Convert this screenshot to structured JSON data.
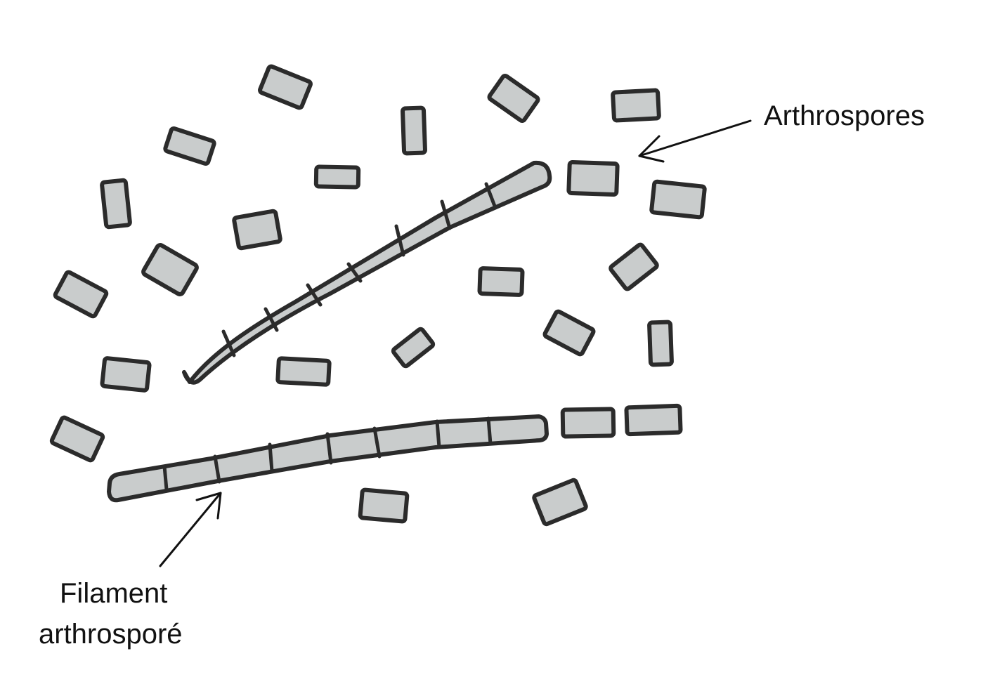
{
  "labels": {
    "arthrospores": "Arthrospores",
    "filament_line1": "Filament",
    "filament_line2": "arthrosporé"
  },
  "colors": {
    "cell_fill": "#c9cccc",
    "cell_stroke": "#2b2b2b",
    "text": "#111111"
  }
}
